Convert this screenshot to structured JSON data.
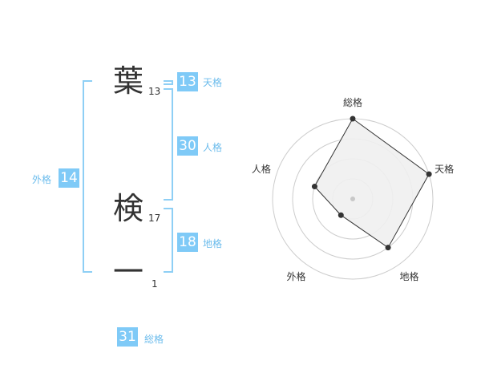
{
  "characters": [
    {
      "char": "葉",
      "strokes": "13"
    },
    {
      "char": "検",
      "strokes": "17"
    },
    {
      "char": "一",
      "strokes": "1"
    }
  ],
  "fortunes": {
    "tenkaku": {
      "label": "天格",
      "value": "13"
    },
    "jinkaku": {
      "label": "人格",
      "value": "30"
    },
    "chikaku": {
      "label": "地格",
      "value": "18"
    },
    "gaikaku": {
      "label": "外格",
      "value": "14"
    },
    "soukaku": {
      "label": "総格",
      "value": "31"
    }
  },
  "chart_data": {
    "type": "radar",
    "axes": [
      "総格",
      "天格",
      "地格",
      "外格",
      "人格"
    ],
    "values": [
      4,
      4,
      3,
      1,
      2
    ],
    "max": 4,
    "rings": 4,
    "colors": {
      "fill": "#f0f0f0",
      "line": "#333333",
      "grid": "#cccccc",
      "center": "#c8c8c8"
    }
  }
}
